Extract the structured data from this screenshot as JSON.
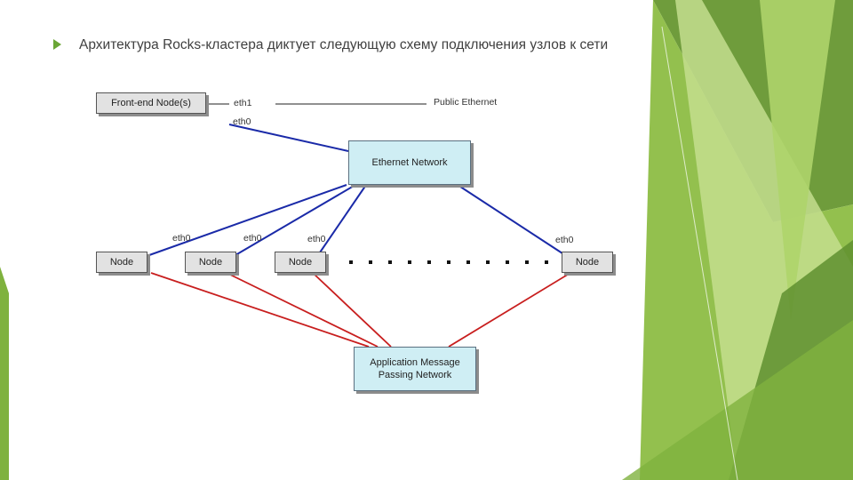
{
  "bullet": {
    "text": "Архитектура Rocks-кластера диктует следующую схему подключения узлов к сети"
  },
  "diagram": {
    "frontend_label": "Front-end Node(s)",
    "eth1_label": "eth1",
    "public_label": "Public Ethernet",
    "frontend_eth0": "eth0",
    "ethernet_network_label": "Ethernet Network",
    "node_label": "Node",
    "node_eth0": "eth0",
    "mpn_line1": "Application Message",
    "mpn_line2": "Passing Network"
  },
  "colors": {
    "ethernet_link": "#1a2aa8",
    "mpn_link": "#c81e1e",
    "accent_green": "#6aa636"
  }
}
